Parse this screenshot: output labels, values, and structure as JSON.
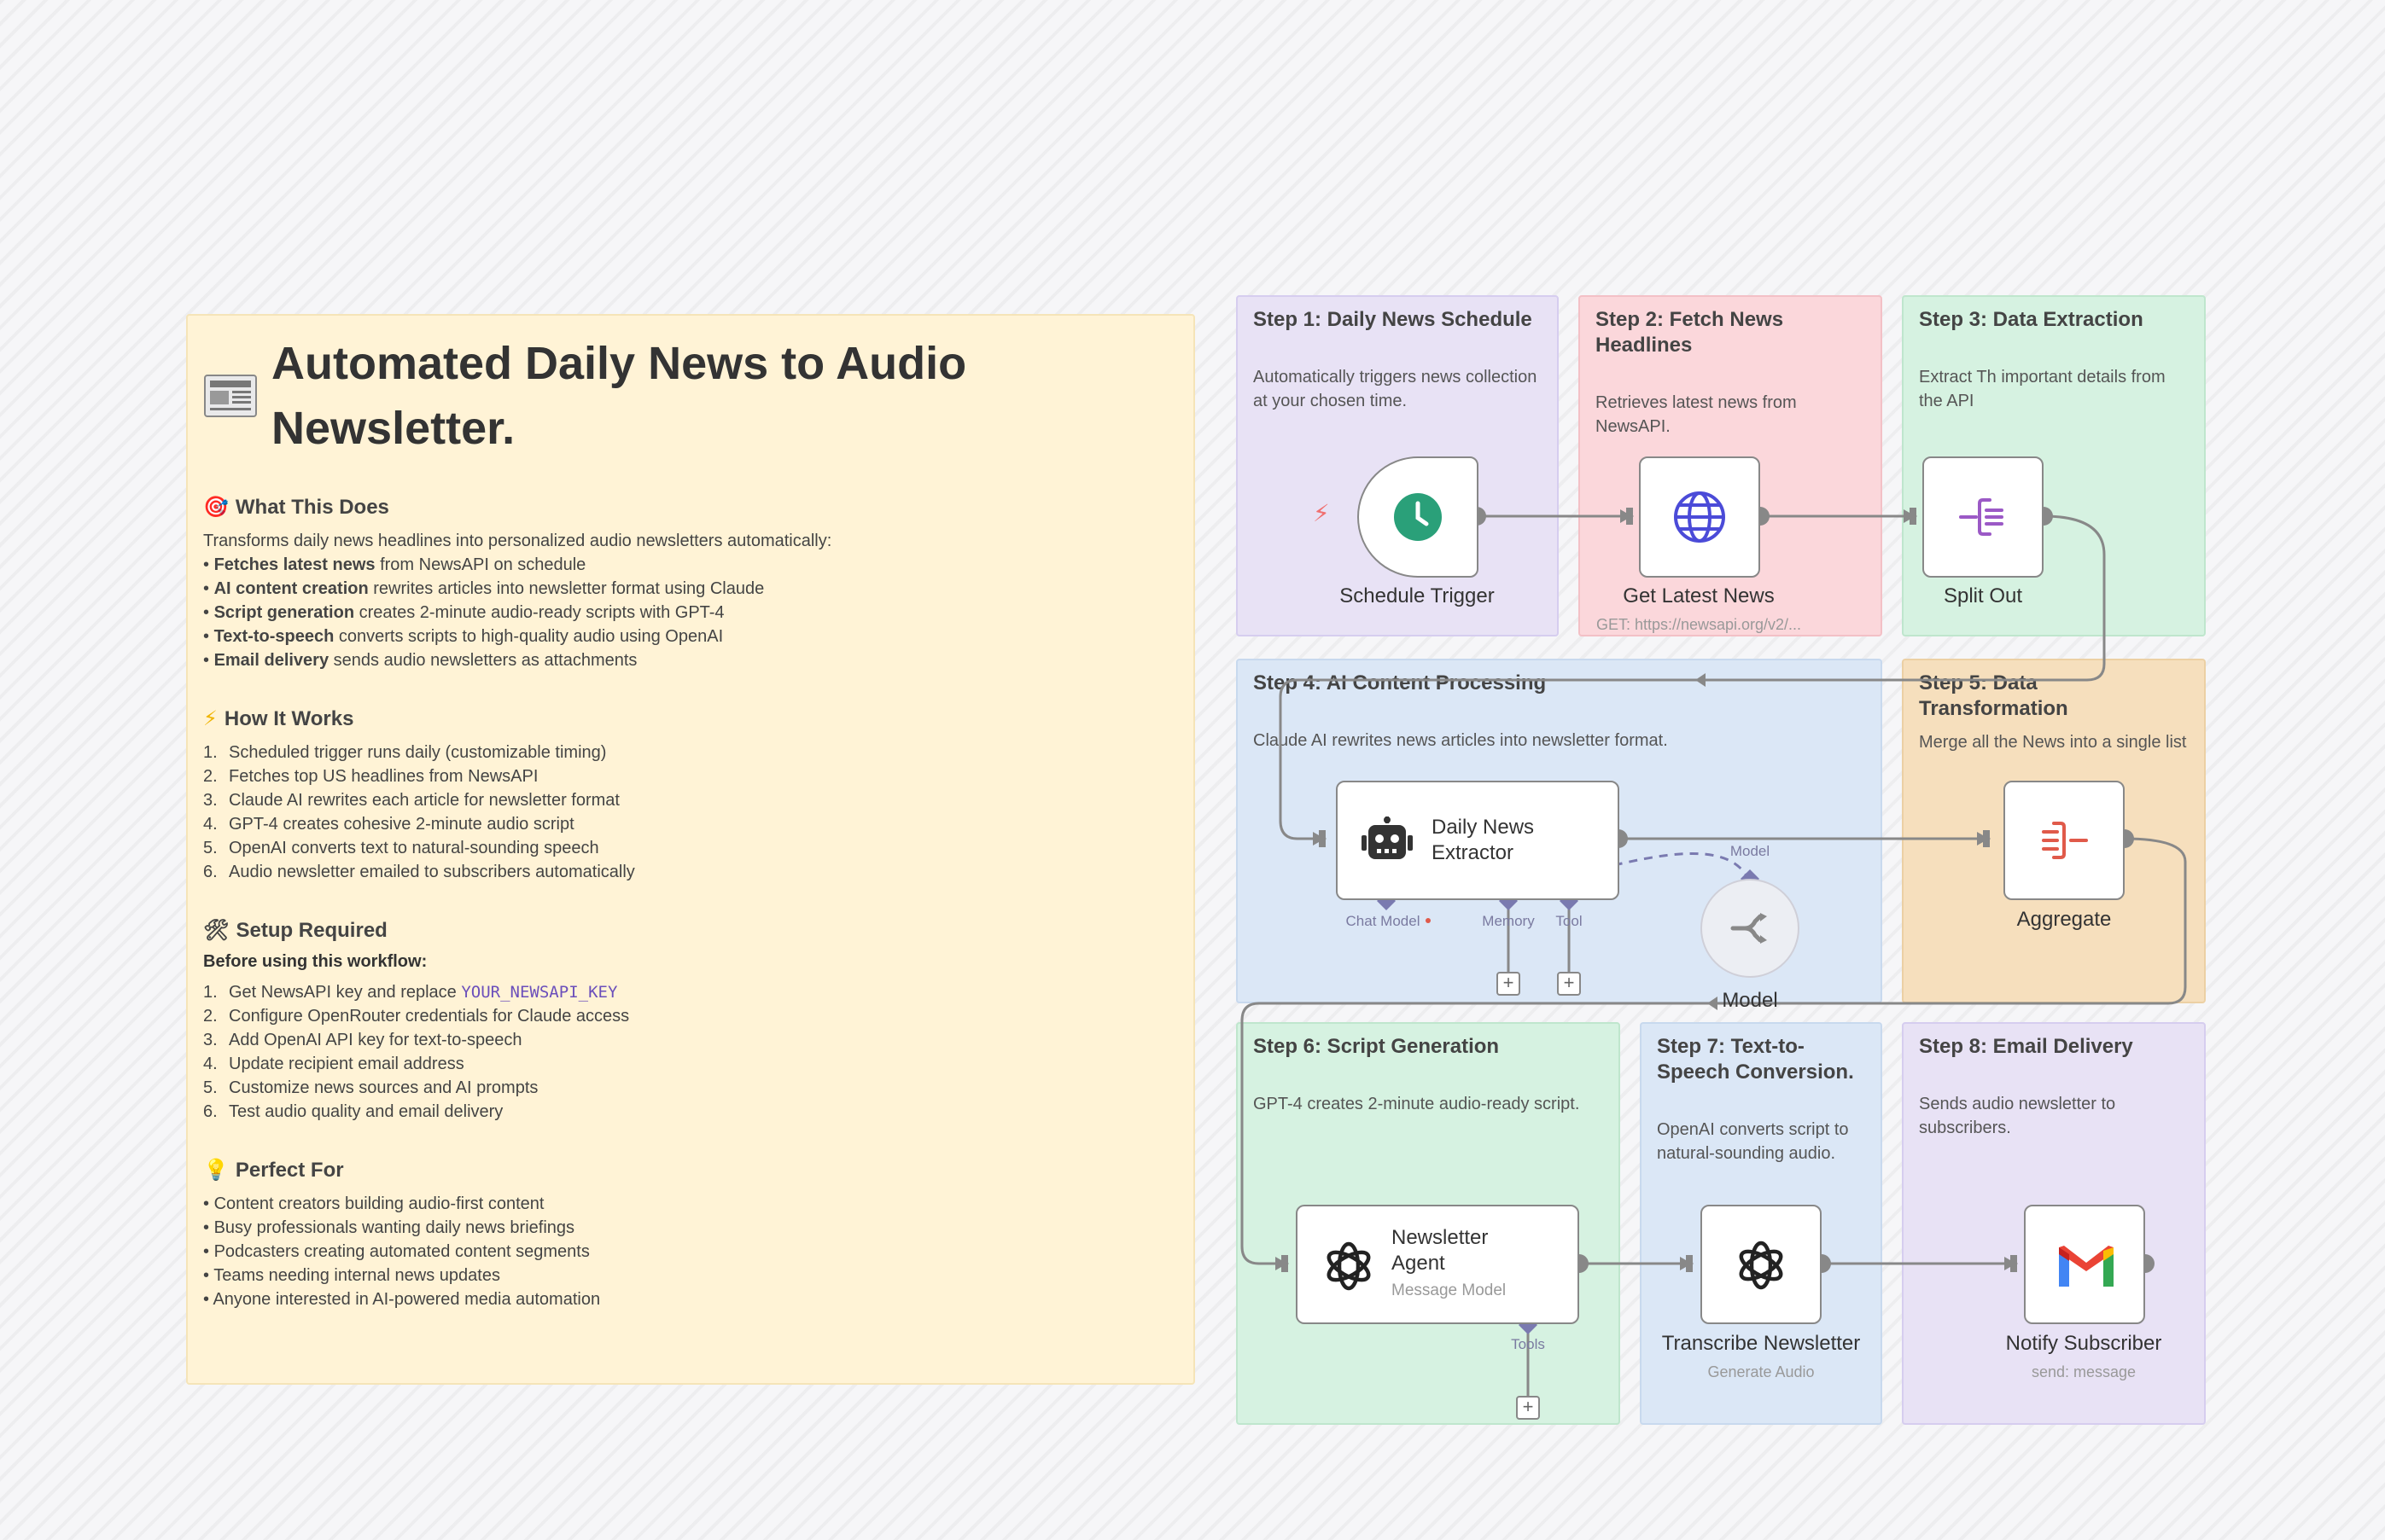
{
  "intro": {
    "title": "Automated Daily News to Audio Newsletter.",
    "what_title": "What This Does",
    "what_desc": "Transforms daily news headlines into personalized audio newsletters automatically:",
    "what_items": [
      {
        "bold": "Fetches latest news",
        "rest": " from NewsAPI on schedule"
      },
      {
        "bold": "AI content creation",
        "rest": " rewrites articles into newsletter format using Claude"
      },
      {
        "bold": "Script generation",
        "rest": " creates 2-minute audio-ready scripts with GPT-4"
      },
      {
        "bold": "Text-to-speech",
        "rest": " converts scripts to high-quality audio using OpenAI"
      },
      {
        "bold": "Email delivery",
        "rest": " sends audio newsletters as attachments"
      }
    ],
    "how_title": "How It Works",
    "how_items": [
      "Scheduled trigger runs daily (customizable timing)",
      "Fetches top US headlines from NewsAPI",
      "Claude AI rewrites each article for newsletter format",
      "GPT-4 creates cohesive 2-minute audio script",
      "OpenAI converts text to natural-sounding speech",
      "Audio newsletter emailed to subscribers automatically"
    ],
    "setup_title": "Setup Required",
    "setup_sub": "Before using this workflow:",
    "setup_item1_prefix": "Get NewsAPI key and replace ",
    "setup_item1_code": "YOUR_NEWSAPI_KEY",
    "setup_items": [
      "Configure OpenRouter credentials for Claude access",
      "Add OpenAI API key for text-to-speech",
      "Update recipient email address",
      "Customize news sources and AI prompts",
      "Test audio quality and email delivery"
    ],
    "perfect_title": "Perfect For",
    "perfect_items": [
      "Content creators building audio-first content",
      "Busy professionals wanting daily news briefings",
      "Podcasters creating automated content segments",
      "Teams needing internal news updates",
      "Anyone interested in AI-powered media automation"
    ]
  },
  "steps": {
    "s1": {
      "title": "Step 1: Daily News Schedule",
      "desc": "Automatically triggers news collection at your chosen time.",
      "color": "#e8e2f5"
    },
    "s2": {
      "title": "Step 2: Fetch News Headlines",
      "desc": "Retrieves latest news from NewsAPI.",
      "color": "#fbd7db"
    },
    "s3": {
      "title": "Step 3: Data Extraction",
      "desc": "Extract Th important details from the API",
      "color": "#d6f2e1"
    },
    "s4": {
      "title": "Step 4: AI Content Processing",
      "desc": "Claude AI rewrites news articles into newsletter format.",
      "color": "#dbe7f6"
    },
    "s5": {
      "title": "Step 5: Data Transformation",
      "desc": "Merge all the News into a single list",
      "color": "#f6dfbd"
    },
    "s6": {
      "title": "Step 6: Script Generation",
      "desc": "GPT-4 creates 2-minute audio-ready script.",
      "color": "#d6f2e1"
    },
    "s7": {
      "title": "Step 7: Text-to-Speech Conversion.",
      "desc": "OpenAI converts script to natural-sounding audio.",
      "color": "#dbe7f6"
    },
    "s8": {
      "title": "Step 8: Email Delivery",
      "desc": "Sends audio newsletter to subscribers.",
      "color": "#e8e2f5"
    }
  },
  "nodes": {
    "schedule": {
      "label": "Schedule Trigger"
    },
    "news": {
      "label": "Get Latest News",
      "sub": "GET: https://newsapi.org/v2/..."
    },
    "split": {
      "label": "Split Out"
    },
    "extractor": {
      "label_line1": "Daily News",
      "label_line2": "Extractor",
      "port_chat": "Chat Model",
      "port_memory": "Memory",
      "port_tool": "Tool"
    },
    "model": {
      "label": "Model",
      "port": "Model"
    },
    "aggregate": {
      "label": "Aggregate"
    },
    "agent": {
      "label_line1": "Newsletter",
      "label_line2": "Agent",
      "sub": "Message Model",
      "port_tools": "Tools"
    },
    "transcribe": {
      "label": "Transcribe Newsletter",
      "sub": "Generate Audio"
    },
    "notify": {
      "label": "Notify Subscriber",
      "sub": "send: message"
    }
  },
  "colors": {
    "wire": "#888888",
    "port": "#7a7ab0",
    "clock": "#2aa079",
    "globe": "#4b4bd8",
    "split": "#9b59c6",
    "aggregate": "#e05a4a",
    "gmail_red": "#ea4335"
  },
  "icons": {
    "news": "newspaper-icon",
    "target": "target-icon",
    "bolt": "lightning-icon",
    "tools": "tools-icon",
    "bulb": "lightbulb-icon"
  }
}
